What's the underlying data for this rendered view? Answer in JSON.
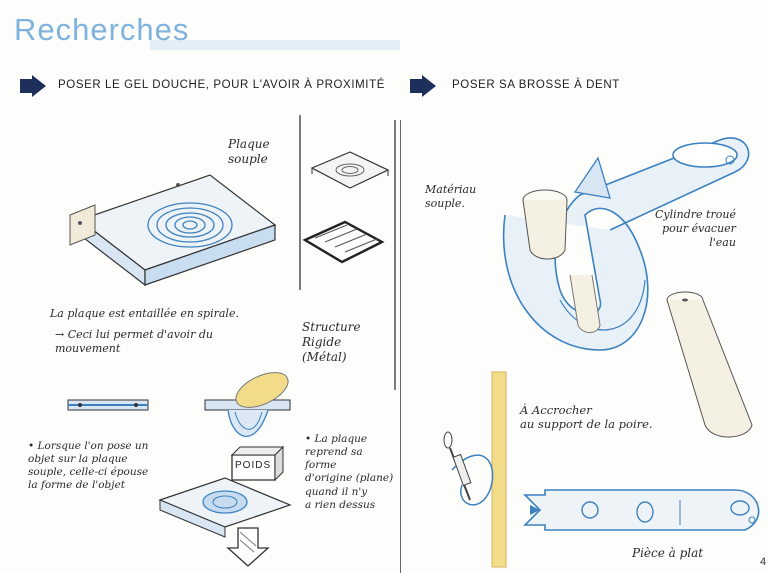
{
  "page": {
    "title": "Recherches",
    "page_number": "4"
  },
  "left": {
    "heading": "Poser le gel douche, pour l'avoir à proximité",
    "label_plaque": "Plaque\nsouple",
    "label_structure": "Structure\nRigide\n(Métal)",
    "note_spiral": "La plaque est entaillée en spirale.",
    "note_movement": "→ Ceci lui permet d'avoir du\n     mouvement",
    "poids_label": "POIDS",
    "note_pose": "• Lorsque l'on pose un\n  objet sur la plaque\n  souple, celle-ci épouse\n  la forme de l'objet",
    "note_origin": "• La plaque\n  reprend sa\n  forme\n  d'origine (plane)\n  quand il n'y\n  a rien dessus"
  },
  "right": {
    "heading": "Poser sa brosse à dent",
    "label_material": "Matériau\nsouple.",
    "label_cylinder": "Cylindre troué\npour évacuer\nl'eau",
    "label_hang": "À Accrocher\nau support de la poire.",
    "label_flat": "Pièce à plat"
  },
  "colors": {
    "title_blue": "#7fb3dd",
    "sketch_blue": "#3d82c0",
    "arrow_navy": "#1f2f5c",
    "highlight_yellow": "#f2dc8a"
  }
}
